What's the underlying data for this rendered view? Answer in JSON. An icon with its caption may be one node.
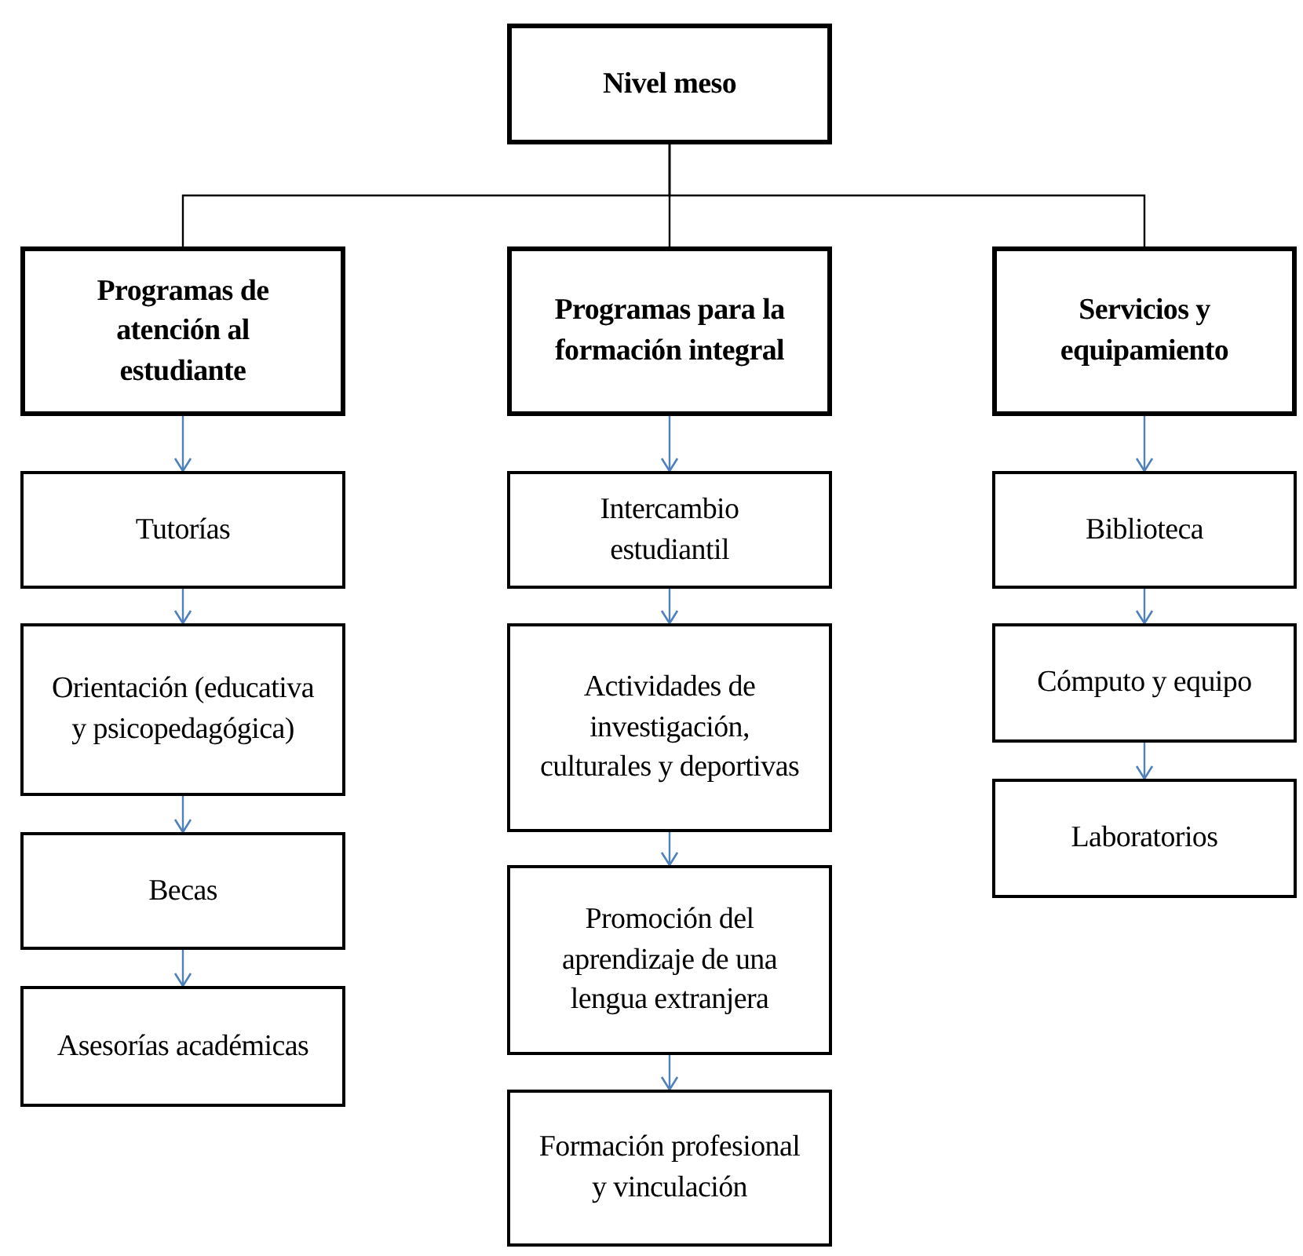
{
  "diagram": {
    "nodes": [
      {
        "text": [
          "Nivel meso"
        ]
      },
      {
        "text": [
          "Programas de atención al estudiante"
        ]
      },
      {
        "text": [
          "Programas para la formación integral"
        ]
      },
      {
        "text": [
          "Servicios y equipamiento"
        ]
      },
      {
        "text": [
          "Tutorías"
        ]
      },
      {
        "text": [
          "Orientación (educativa y psicopedagógica)"
        ]
      },
      {
        "text": [
          "Becas"
        ]
      },
      {
        "text": [
          "Asesorías académicas"
        ]
      },
      {
        "text": [
          "Intercambio estudiantil"
        ]
      },
      {
        "text": [
          "Actividades de investigación, culturales y deportivas"
        ]
      },
      {
        "text": [
          "Promoción del aprendizaje de una lengua extranjera"
        ]
      },
      {
        "text": [
          "Formación profesional y vinculación"
        ]
      },
      {
        "text": [
          "Biblioteca"
        ]
      },
      {
        "text": [
          "Cómputo y equipo"
        ]
      },
      {
        "text": [
          "Laboratorios"
        ]
      }
    ],
    "edges": [
      {
        "from": 0,
        "to": 1,
        "arrow": "none",
        "color": "#000000"
      },
      {
        "from": 0,
        "to": 2,
        "arrow": "none",
        "color": "#000000"
      },
      {
        "from": 0,
        "to": 3,
        "arrow": "none",
        "color": "#000000"
      },
      {
        "from": 1,
        "to": 4,
        "arrow": "to"
      },
      {
        "from": 4,
        "to": 5,
        "arrow": "to"
      },
      {
        "from": 5,
        "to": 6,
        "arrow": "to"
      },
      {
        "from": 6,
        "to": 7,
        "arrow": "to"
      },
      {
        "from": 2,
        "to": 8,
        "arrow": "to"
      },
      {
        "from": 8,
        "to": 9,
        "arrow": "to"
      },
      {
        "from": 9,
        "to": 10,
        "arrow": "to"
      },
      {
        "from": 10,
        "to": 11,
        "arrow": "to"
      },
      {
        "from": 3,
        "to": 12,
        "arrow": "to"
      },
      {
        "from": 12,
        "to": 13,
        "arrow": "to"
      },
      {
        "from": 13,
        "to": 14,
        "arrow": "to"
      }
    ]
  }
}
